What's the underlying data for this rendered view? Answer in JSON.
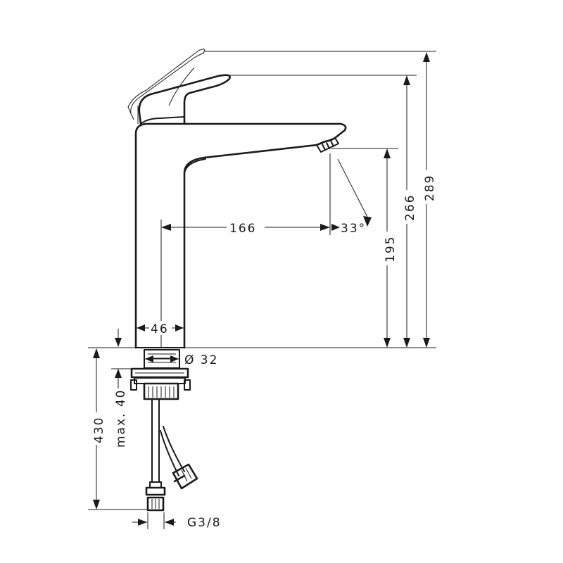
{
  "dimensions": {
    "total_height": "289",
    "outlet_height": "266",
    "spout_clearance": "195",
    "spout_reach": "166",
    "spray_angle": "33°",
    "body_width": "46",
    "hole_diameter": "Ø 32",
    "max_deck_thickness": "max. 40",
    "hose_length": "430",
    "connection_thread": "G3/8"
  },
  "colors": {
    "line": "#1a1a1a",
    "background": "#ffffff"
  }
}
